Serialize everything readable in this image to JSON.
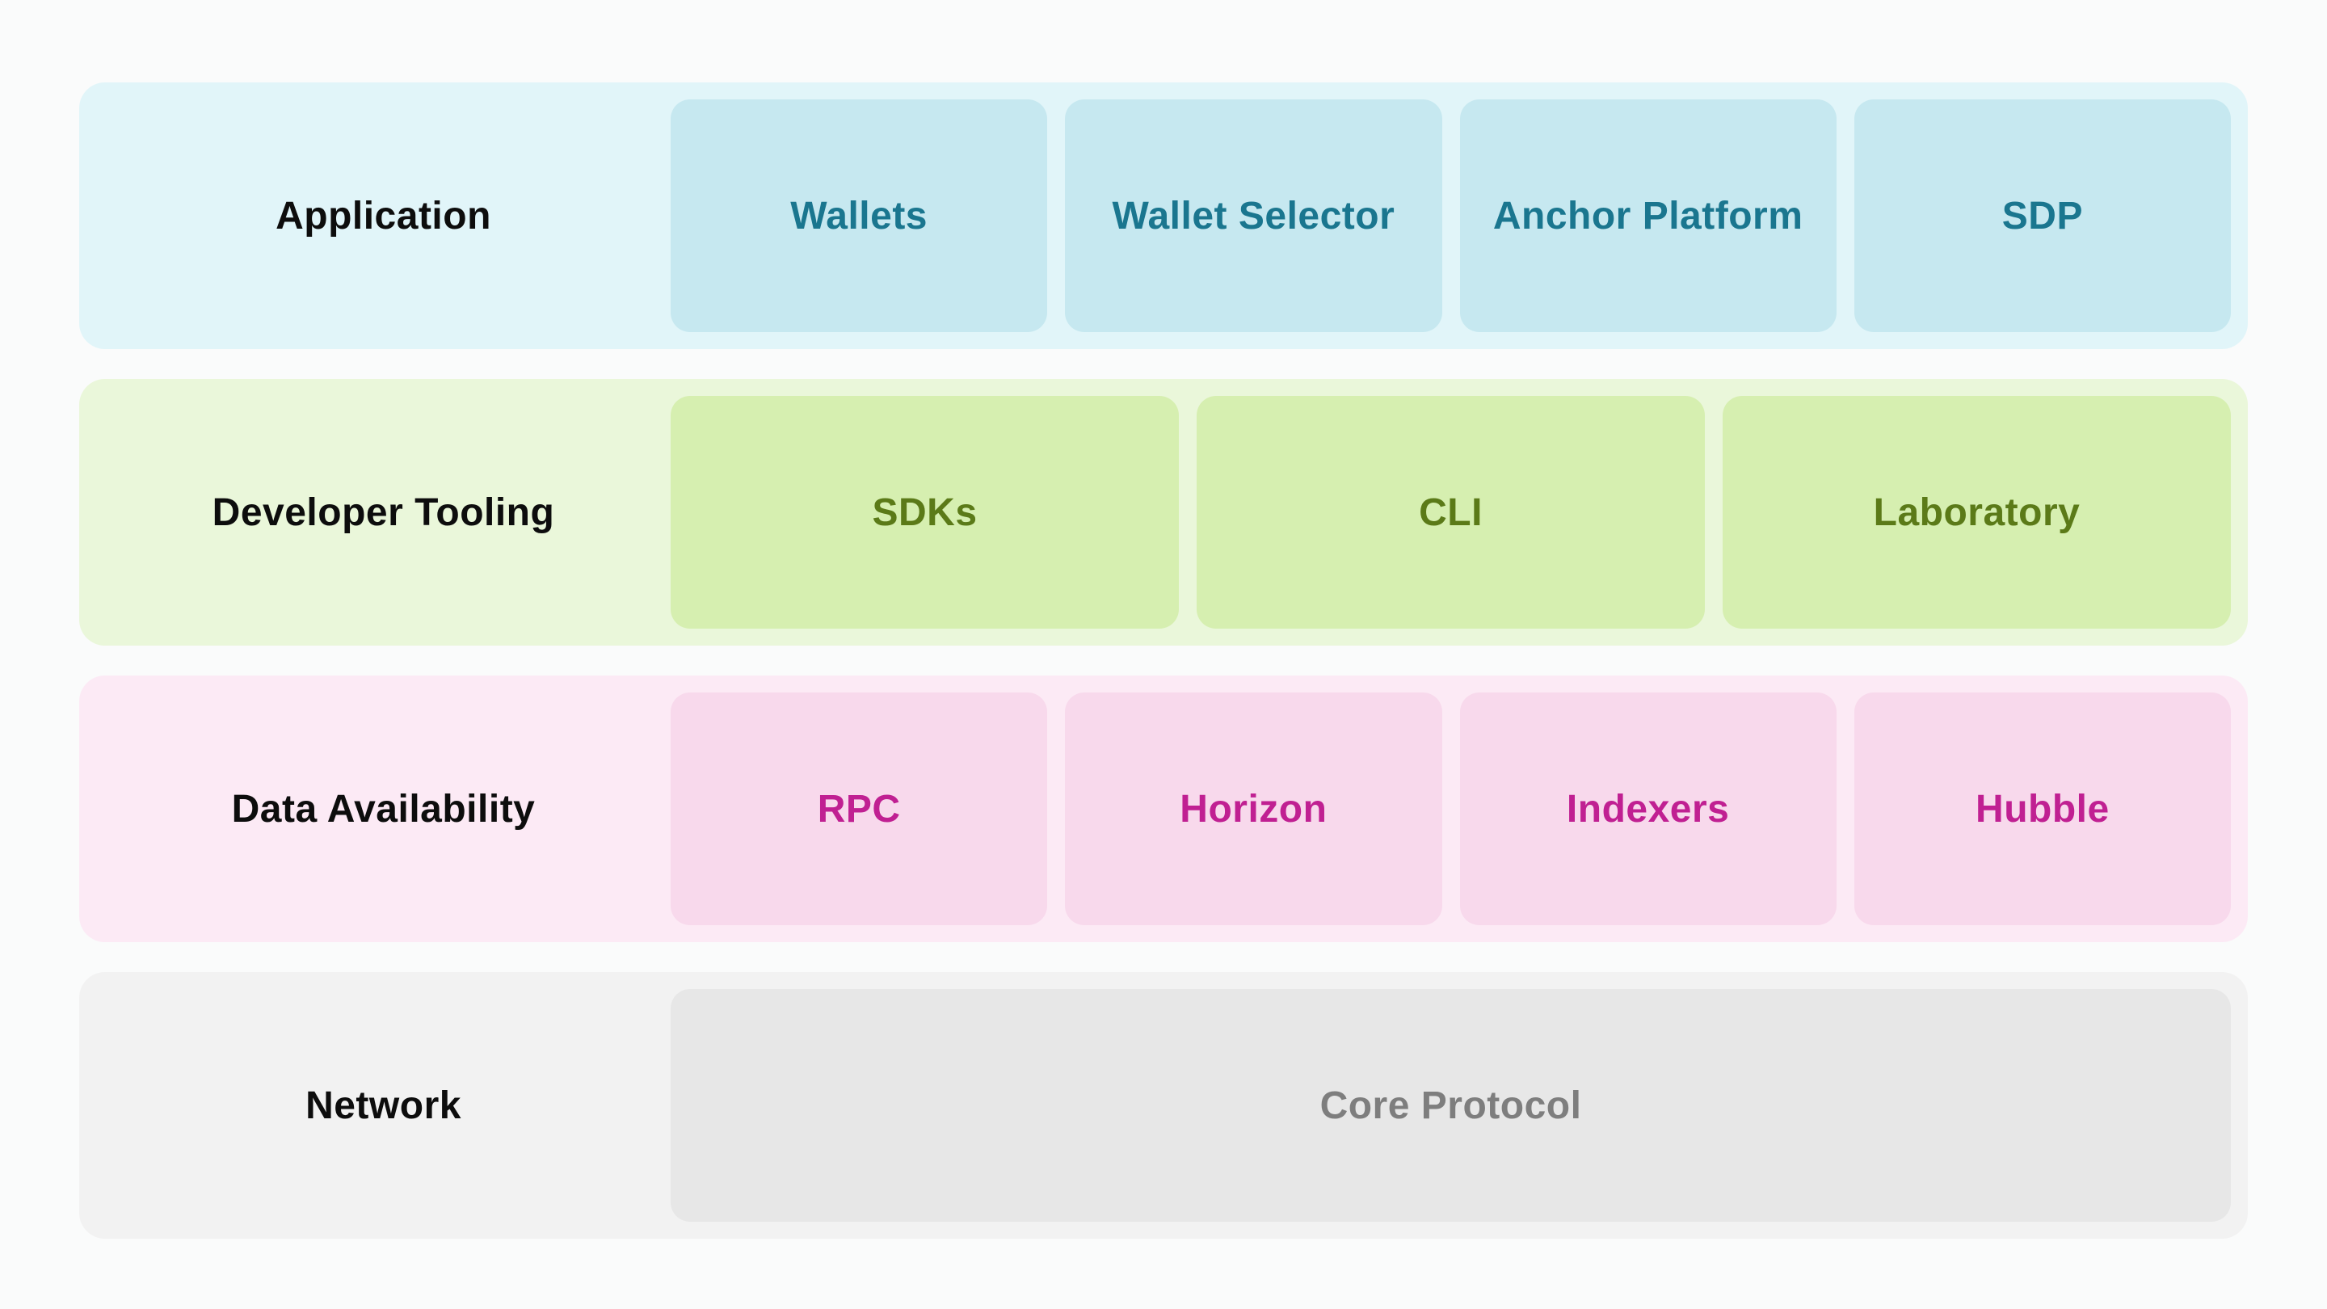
{
  "page": {
    "background_color": "#fafbfb",
    "label_text_color": "#0d0d0d"
  },
  "diagram": {
    "layers": [
      {
        "label": "Application",
        "band_color": "#e1f5f9",
        "card_color": "#c6e8f0",
        "text_color": "#1a768f",
        "cards": [
          "Wallets",
          "Wallet Selector",
          "Anchor Platform",
          "SDP"
        ]
      },
      {
        "label": "Developer Tooling",
        "band_color": "#eaf7da",
        "card_color": "#d6efb0",
        "text_color": "#5b7a18",
        "cards": [
          "SDKs",
          "CLI",
          "Laboratory"
        ]
      },
      {
        "label": "Data Availability",
        "band_color": "#fceaf5",
        "card_color": "#f8d9ec",
        "text_color": "#c02092",
        "cards": [
          "RPC",
          "Horizon",
          "Indexers",
          "Hubble"
        ]
      },
      {
        "label": "Network",
        "band_color": "#f2f2f2",
        "card_color": "#e7e7e7",
        "text_color": "#7e7e7e",
        "cards": [
          "Core Protocol"
        ]
      }
    ]
  }
}
